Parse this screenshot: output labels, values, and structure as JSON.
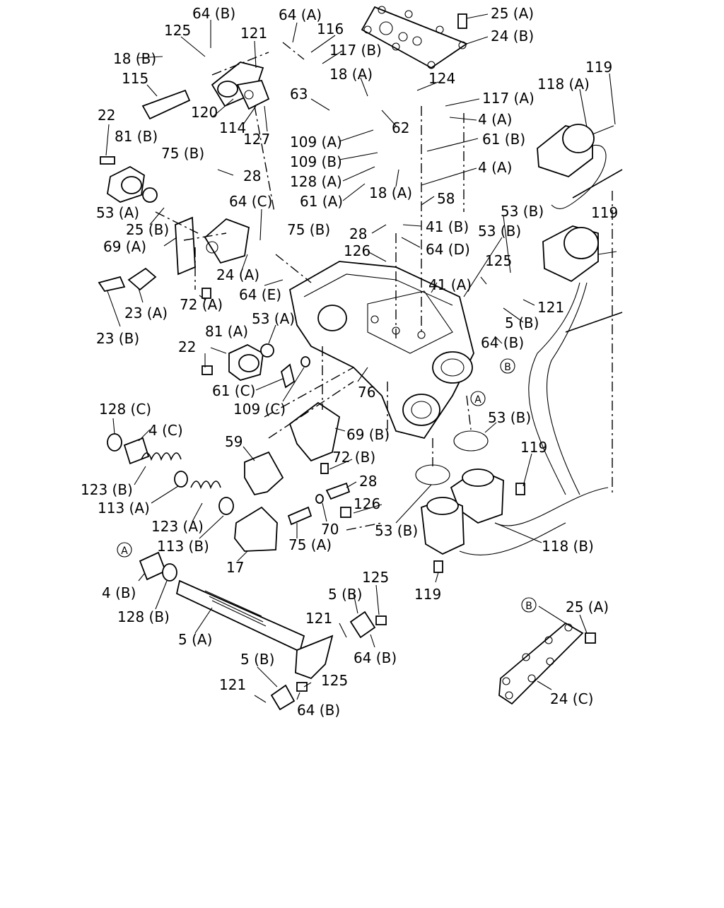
{
  "labels": {
    "l64b_top": "64 (B)",
    "l125_top": "125",
    "l121_top": "121",
    "l64a": "64 (A)",
    "l116": "116",
    "l25a_top": "25 (A)",
    "l24b": "24 (B)",
    "l117b": "117 (B)",
    "l18b": "18 (B)",
    "l115": "115",
    "l18a_top": "18 (A)",
    "l124": "124",
    "l119_top": "119",
    "l118a": "118 (A)",
    "l63": "63",
    "l117a": "117 (A)",
    "l120": "120",
    "l114": "114",
    "l4a_top": "4 (A)",
    "l22_top": "22",
    "l62": "62",
    "l109a": "109 (A)",
    "l127": "127",
    "l81b": "81 (B)",
    "l109b": "109 (B)",
    "l61b": "61 (B)",
    "l75b_top": "75 (B)",
    "l28_top": "28",
    "l128a": "128 (A)",
    "l4a_mid": "4 (A)",
    "l61a": "61 (A)",
    "l18a_mid": "18 (A)",
    "l58": "58",
    "l64c": "64 (C)",
    "l53b_top": "53 (B)",
    "l53a_top": "53 (A)",
    "l119_mid": "119",
    "l25b": "25 (B)",
    "l75b_mid": "75 (B)",
    "l41b": "41 (B)",
    "l28_mid": "28",
    "l53b_mid": "53 (B)",
    "l69a": "69 (A)",
    "l64d": "64 (D)",
    "l126_mid": "126",
    "l125_mid": "125",
    "l24a": "24 (A)",
    "l41a": "41 (A)",
    "l64e": "64 (E)",
    "l121_mid": "121",
    "l23a": "23 (A)",
    "l72a": "72 (A)",
    "l5b_mid": "5 (B)",
    "l53a_mid": "53 (A)",
    "l23b": "23 (B)",
    "l64b_mid": "64 (B)",
    "l81a": "81 (A)",
    "l22_mid": "22",
    "l61c": "61 (C)",
    "l76": "76",
    "l109c": "109 (C)",
    "l128c": "128 (C)",
    "l4c": "4 (C)",
    "l53b_low": "53 (B)",
    "l69b": "69 (B)",
    "l59": "59",
    "l72b": "72 (B)",
    "l119_low": "119",
    "l123b": "123 (B)",
    "l28_low": "28",
    "l113a": "113 (A)",
    "l126_low": "126",
    "l123a": "123 (A)",
    "l70": "70",
    "l53b_bot": "53 (B)",
    "l113b": "113 (B)",
    "l75a": "75 (A)",
    "l118b": "118 (B)",
    "l17": "17",
    "l4b": "4 (B)",
    "l119_bot": "119",
    "l128b": "128 (B)",
    "l125_bot": "125",
    "l5b_bot": "5 (B)",
    "l121_bot": "121",
    "l25a_bot": "25 (A)",
    "l5a": "5 (A)",
    "l64b_bot1": "64 (B)",
    "l24c": "24 (C)",
    "l5b_bot2": "5 (B)",
    "l125_bot2": "125",
    "l121_bot2": "121",
    "l64b_bot2": "64 (B)"
  },
  "callouts": {
    "ref_a_1": "A",
    "ref_a_2": "A",
    "ref_b_1": "B",
    "ref_b_2": "B"
  }
}
